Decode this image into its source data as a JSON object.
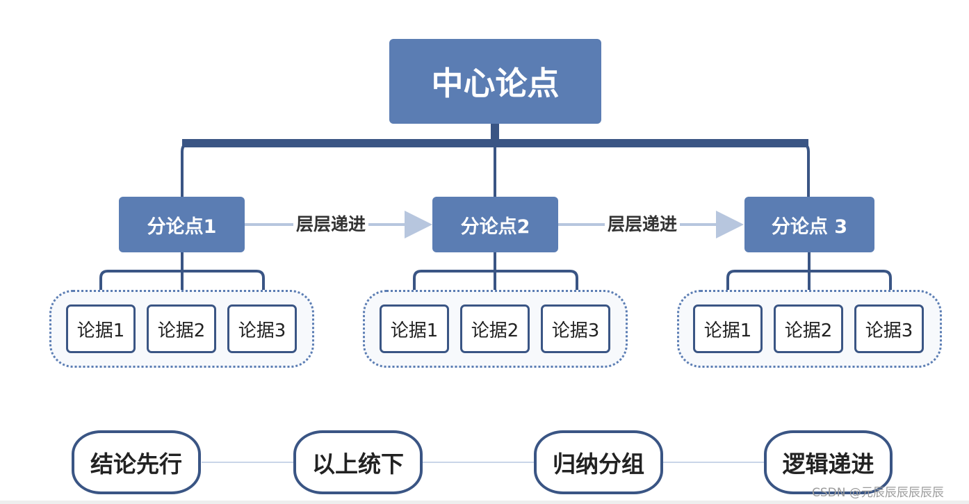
{
  "diagram": {
    "central": "中心论点",
    "sub_points": [
      {
        "label": "分论点1",
        "evidence": [
          "论据1",
          "论据2",
          "论据3"
        ]
      },
      {
        "label": "分论点2",
        "evidence": [
          "论据1",
          "论据2",
          "论据3"
        ]
      },
      {
        "label": "分论点 3",
        "evidence": [
          "论据1",
          "论据2",
          "论据3"
        ]
      }
    ],
    "progression_labels": [
      "层层递进",
      "层层递进"
    ],
    "principles": [
      "结论先行",
      "以上统下",
      "归纳分组",
      "逻辑递进"
    ]
  },
  "colors": {
    "box_fill": "#5b7db3",
    "dark_line": "#3a5584",
    "arrow": "#b7c6de",
    "thin_line": "#c9d5e8"
  },
  "watermark": "CSDN @元辰辰辰辰辰辰"
}
